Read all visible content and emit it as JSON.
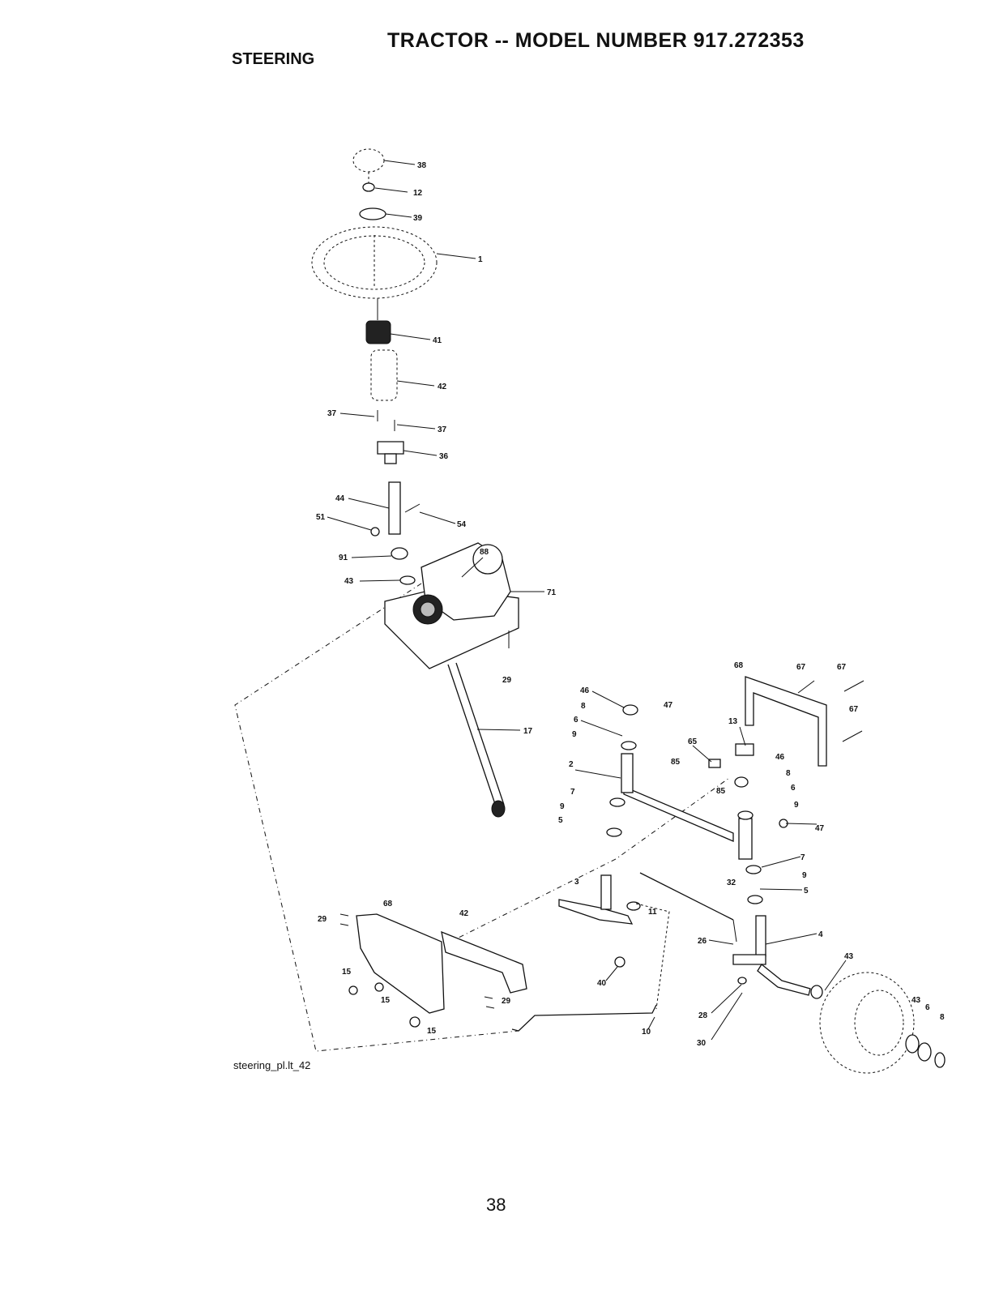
{
  "header": {
    "title": "TRACTOR -- MODEL NUMBER 917.272353",
    "section": "STEERING"
  },
  "figure_label": "steering_pl.lt_42",
  "page_number": "38",
  "callouts": [
    "38",
    "12",
    "39",
    "1",
    "41",
    "42",
    "37",
    "37",
    "36",
    "44",
    "54",
    "51",
    "91",
    "88",
    "43",
    "71",
    "29",
    "17",
    "46",
    "8",
    "6",
    "9",
    "47",
    "2",
    "65",
    "85",
    "13",
    "68",
    "67",
    "67",
    "67",
    "46",
    "8",
    "6",
    "9",
    "7",
    "9",
    "5",
    "85",
    "47",
    "7",
    "9",
    "5",
    "3",
    "32",
    "11",
    "68",
    "29",
    "42",
    "4",
    "26",
    "43",
    "40",
    "15",
    "15",
    "15",
    "29",
    "28",
    "30",
    "10",
    "43",
    "6",
    "8"
  ]
}
